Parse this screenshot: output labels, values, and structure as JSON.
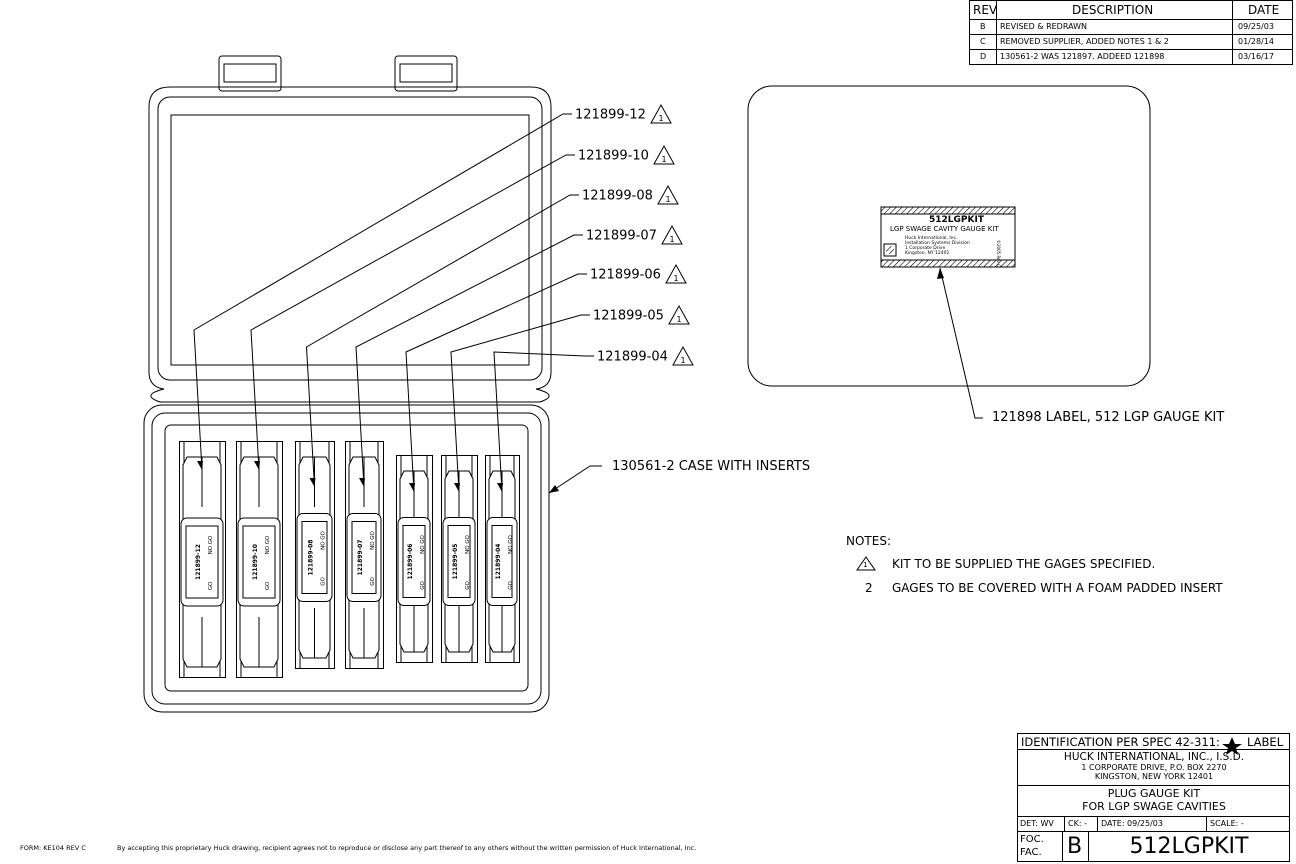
{
  "revisions": {
    "headers": {
      "rev": "REV",
      "description": "DESCRIPTION",
      "date": "DATE"
    },
    "rows": [
      {
        "rev": "B",
        "description": "REVISED & REDRAWN",
        "date": "09/25/03"
      },
      {
        "rev": "C",
        "description": "REMOVED SUPPLIER, ADDED NOTES 1 & 2",
        "date": "01/28/14"
      },
      {
        "rev": "D",
        "description": "130561-2 WAS 121897. ADDEED 121898",
        "date": "03/16/17"
      }
    ]
  },
  "callouts": [
    {
      "text": "121899-12",
      "flag": "1"
    },
    {
      "text": "121899-10",
      "flag": "1"
    },
    {
      "text": "121899-08",
      "flag": "1"
    },
    {
      "text": "121899-07",
      "flag": "1"
    },
    {
      "text": "121899-06",
      "flag": "1"
    },
    {
      "text": "121899-05",
      "flag": "1"
    },
    {
      "text": "121899-04",
      "flag": "1"
    }
  ],
  "case_callout": "130561-2 CASE WITH INSERTS",
  "label_callout": "121898 LABEL, 512 LGP GAUGE KIT",
  "gauges": [
    {
      "part": "121899-12",
      "no": "NO",
      "go": "GO",
      "go2": "GO"
    },
    {
      "part": "121899-10",
      "no": "NO",
      "go": "GO",
      "go2": "GO"
    },
    {
      "part": "121899-08",
      "no": "NO",
      "go": "GO",
      "go2": "GO"
    },
    {
      "part": "121899-07",
      "no": "NO",
      "go": "GO",
      "go2": "GO"
    },
    {
      "part": "121899-06",
      "no": "NO",
      "go": "GO",
      "go2": "GO"
    },
    {
      "part": "121899-05",
      "no": "NO",
      "go": "GO",
      "go2": "GO"
    },
    {
      "part": "121899-04",
      "no": "NO",
      "go": "GO",
      "go2": "GO"
    }
  ],
  "kit_label": {
    "title": "512LGPKIT",
    "subtitle": "LGP SWAGE CAVITY GAUGE KIT",
    "lines": [
      "Huck International, Inc.",
      "Installation Systems Division",
      "1 Corporate Drive",
      "Kingston, NY 12401"
    ],
    "side": "©2005 Rev C"
  },
  "notes": {
    "heading": "NOTES:",
    "items": [
      {
        "marker": "1",
        "text": "KIT TO BE SUPPLIED THE GAGES SPECIFIED."
      },
      {
        "marker": "2",
        "text": "GAGES TO BE COVERED WITH A FOAM PADDED INSERT"
      }
    ]
  },
  "title_block": {
    "identification": "IDENTIFICATION PER SPEC 42-311:",
    "identification_suffix": "LABEL",
    "company": "HUCK INTERNATIONAL, INC., I.S.D.",
    "address1": "1 CORPORATE DRIVE,  P.O. BOX 2270",
    "address2": "KINGSTON, NEW YORK  12401",
    "title1": "PLUG GAUGE KIT",
    "title2": "FOR LGP SWAGE CAVITIES",
    "det": "DET: WV",
    "ck": "CK: -",
    "date": "DATE: 09/25/03",
    "scale": "SCALE: -",
    "foc": "FOC.",
    "fac": "FAC.",
    "rev": "B",
    "part_number": "512LGPKIT"
  },
  "footer": {
    "form": "FORM: KE104  REV C",
    "disclaimer": "By accepting this proprietary Huck drawing, recipient agrees not to reproduce or disclose any part thereof to any others without the written permission of Huck International, Inc."
  }
}
